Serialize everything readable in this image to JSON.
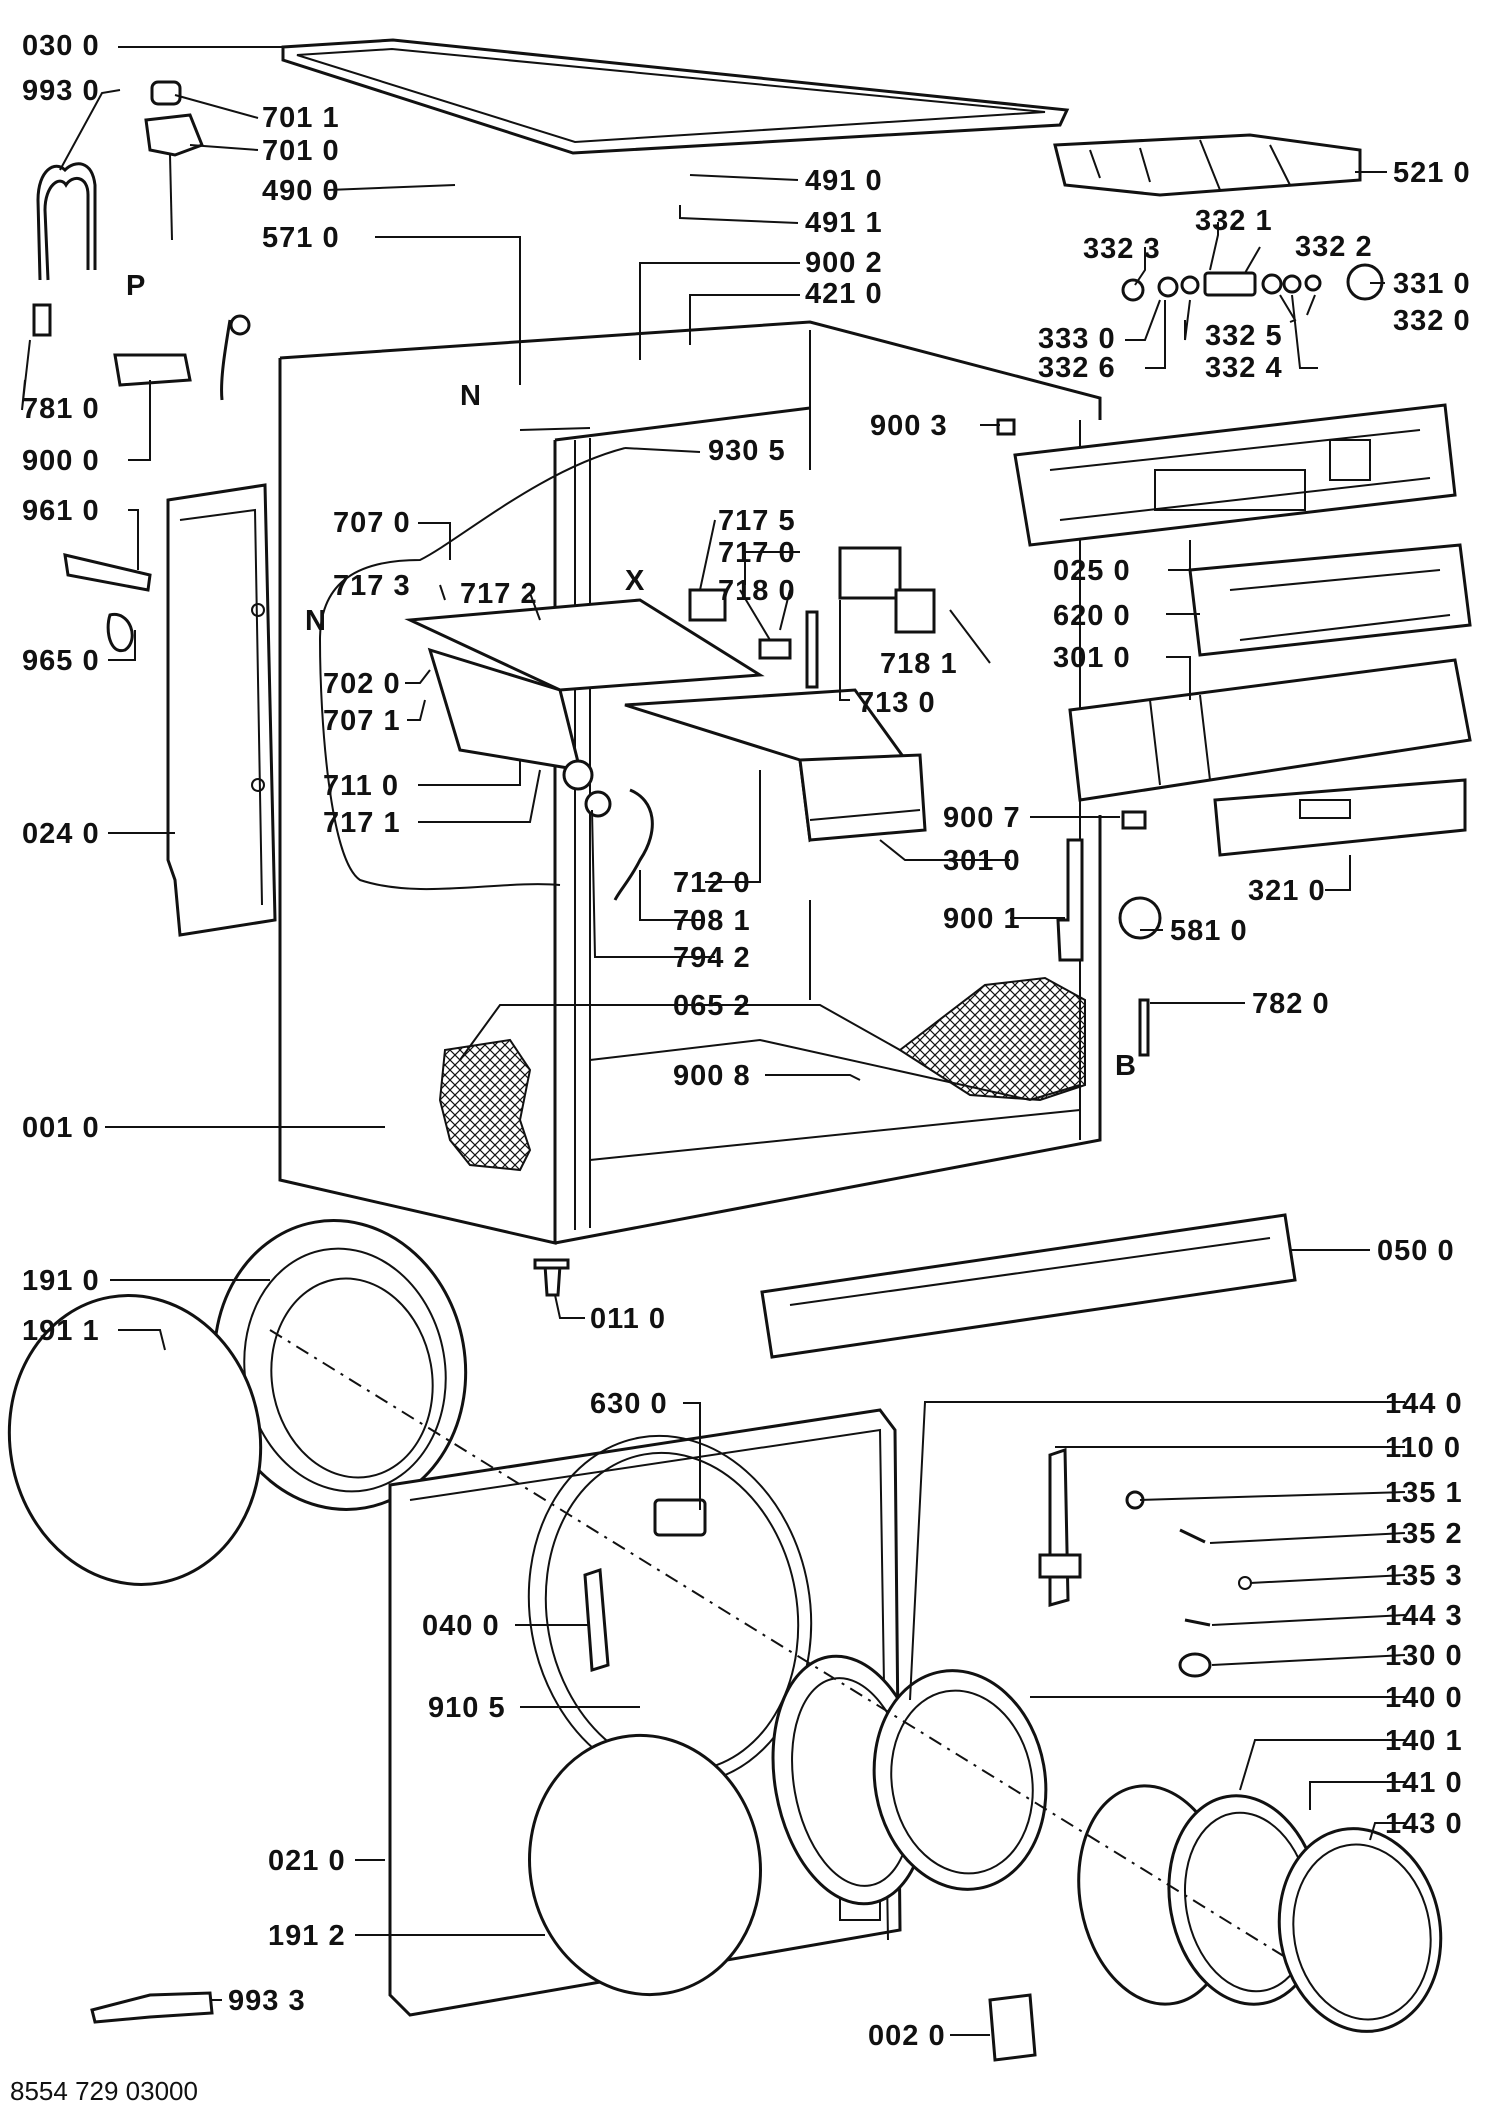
{
  "labels": {
    "p0300": "030 0",
    "p9930": "993 0",
    "p7011": "701 1",
    "p7010": "701 0",
    "p4900": "490 0",
    "p4910": "491 0",
    "p4911": "491 1",
    "p5710": "571 0",
    "p5210": "521 0",
    "p3321": "332 1",
    "p3323": "332 3",
    "p3322": "332 2",
    "p9002": "900 2",
    "p4210": "421 0",
    "p3310": "331 0",
    "p3330": "333 0",
    "p3325": "332 5",
    "p3320": "332 0",
    "p3326": "332 6",
    "p3324": "332 4",
    "p7810": "781 0",
    "p9000": "900 0",
    "p9305": "930 5",
    "p9003": "900 3",
    "p9610": "961 0",
    "p7070": "707 0",
    "p7175": "717 5",
    "p7170": "717 0",
    "p7173": "717 3",
    "p7172": "717 2",
    "p7180": "718 0",
    "p0250": "025 0",
    "p6200": "620 0",
    "p9650": "965 0",
    "p7181": "718 1",
    "p3010a": "301 0",
    "p7020": "702 0",
    "p7130": "713 0",
    "p7071": "707 1",
    "p7110": "711 0",
    "p7171": "717 1",
    "p0240": "024 0",
    "p9007": "900 7",
    "p3010b": "301 0",
    "p3210": "321 0",
    "p7120": "712 0",
    "p7081": "708 1",
    "p9001": "900 1",
    "p5810": "581 0",
    "p7942": "794 2",
    "p0652": "065 2",
    "p7820": "782 0",
    "p9008": "900 8",
    "p0010": "001 0",
    "p0500": "050 0",
    "p1910": "191 0",
    "p0110": "011 0",
    "p1911": "191 1",
    "p6300": "630 0",
    "p1440": "144 0",
    "p1100": "110 0",
    "p1351": "135 1",
    "p1352": "135 2",
    "p1353": "135 3",
    "p0400": "040 0",
    "p1443": "144 3",
    "p1300": "130 0",
    "p9105": "910 5",
    "p1400": "140 0",
    "p1401": "140 1",
    "p1410": "141 0",
    "p1430": "143 0",
    "p0210": "021 0",
    "p1912": "191 2",
    "p9933": "993 3",
    "p0020": "002 0"
  },
  "markers": {
    "N1": "N",
    "P": "P",
    "X": "X",
    "N2": "N",
    "B": "B"
  },
  "footer": {
    "code": "8554 729 03000"
  }
}
